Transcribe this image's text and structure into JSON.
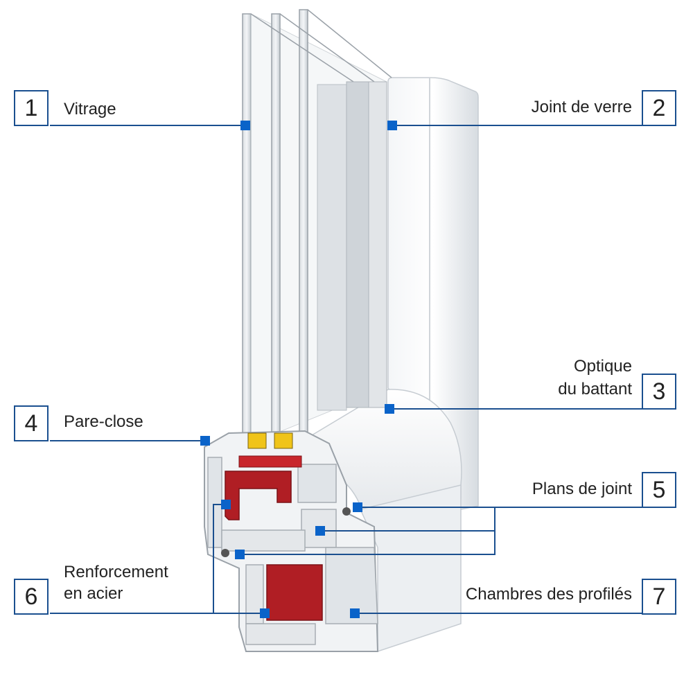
{
  "colors": {
    "accent": "#0a63c9",
    "box_border": "#1a4f8f",
    "reinforcement": "#b01e24",
    "profile": "#e9ecef",
    "glass": "#c9cdd2"
  },
  "callouts": [
    {
      "number": "1",
      "label": "Vitrage"
    },
    {
      "number": "2",
      "label": "Joint de verre"
    },
    {
      "number": "3",
      "label": "Optique\ndu battant"
    },
    {
      "number": "4",
      "label": "Pare-close"
    },
    {
      "number": "5",
      "label": "Plans de joint"
    },
    {
      "number": "6",
      "label": "Renforcement\nen acier"
    },
    {
      "number": "7",
      "label": "Chambres des profilés"
    }
  ]
}
